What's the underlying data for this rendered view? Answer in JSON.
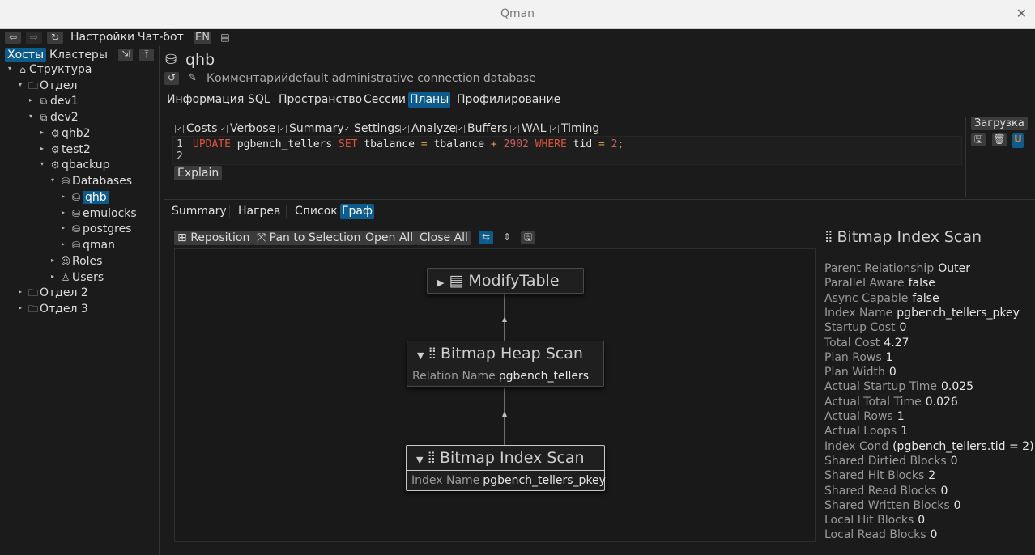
{
  "window": {
    "title": "Qman",
    "close_glyph": "✕"
  },
  "toolbar": {
    "settings": "Настройки",
    "chatbot": "Чат-бот",
    "lang": "EN"
  },
  "sidebar": {
    "tabs": [
      "Хосты",
      "Кластеры"
    ],
    "tree": [
      {
        "label": "Структура",
        "icon": "home-icon"
      },
      {
        "label": "Отдел",
        "icon": "folder-icon"
      },
      {
        "label": "dev1",
        "icon": "cluster-icon"
      },
      {
        "label": "dev2",
        "icon": "cluster-icon"
      },
      {
        "label": "qhb2",
        "icon": "gear-icon"
      },
      {
        "label": "test2",
        "icon": "gear-icon"
      },
      {
        "label": "qbackup",
        "icon": "gear-icon"
      },
      {
        "label": "Databases",
        "icon": "database-icon"
      },
      {
        "label": "qhb",
        "icon": "database-icon"
      },
      {
        "label": "emulocks",
        "icon": "database-icon"
      },
      {
        "label": "postgres",
        "icon": "database-icon"
      },
      {
        "label": "qman",
        "icon": "database-icon"
      },
      {
        "label": "Roles",
        "icon": "roles-icon"
      },
      {
        "label": "Users",
        "icon": "user-icon"
      },
      {
        "label": "Отдел 2",
        "icon": "folder-icon"
      },
      {
        "label": "Отдел 3",
        "icon": "folder-icon"
      }
    ]
  },
  "header": {
    "db_name": "qhb",
    "comment_label": "Комментарий",
    "comment_value": "default administrative connection database"
  },
  "tabs": [
    "Информация",
    "SQL",
    "Пространство",
    "Сессии",
    "Планы",
    "Профилирование"
  ],
  "options": [
    "Costs",
    "Verbose",
    "Summary",
    "Settings",
    "Analyze",
    "Buffers",
    "WAL",
    "Timing"
  ],
  "editor": {
    "line_numbers": [
      "1",
      "2"
    ],
    "tokens": [
      {
        "t": "UPDATE",
        "c": "kw"
      },
      {
        "t": " pgbench_tellers ",
        "c": ""
      },
      {
        "t": "SET",
        "c": "kw"
      },
      {
        "t": " tbalance ",
        "c": ""
      },
      {
        "t": "=",
        "c": "op"
      },
      {
        "t": " tbalance ",
        "c": ""
      },
      {
        "t": "+",
        "c": "op"
      },
      {
        "t": " ",
        "c": ""
      },
      {
        "t": "2902",
        "c": "num"
      },
      {
        "t": " ",
        "c": ""
      },
      {
        "t": "WHERE",
        "c": "kw"
      },
      {
        "t": " tid ",
        "c": ""
      },
      {
        "t": "=",
        "c": "op"
      },
      {
        "t": " ",
        "c": ""
      },
      {
        "t": "2",
        "c": "num"
      },
      {
        "t": ";",
        "c": "op"
      }
    ]
  },
  "explain_button": "Explain",
  "load_button": "Загрузка",
  "result_tabs": [
    "Summary",
    "Нагрев",
    "Список",
    "Граф"
  ],
  "graph_toolbar": {
    "reposition": "Reposition",
    "pan": "Pan to Selection",
    "open_all": "Open All",
    "close_all": "Close All"
  },
  "graph_nodes": [
    {
      "title": "ModifyTable",
      "icon": "table-icon",
      "toggle": "▶",
      "attrs": []
    },
    {
      "title": "Bitmap Heap Scan",
      "icon": "scan-icon",
      "toggle": "▼",
      "attrs": [
        {
          "k": "Relation Name",
          "v": "pgbench_tellers"
        }
      ]
    },
    {
      "title": "Bitmap Index Scan",
      "icon": "scan-icon",
      "toggle": "▼",
      "attrs": [
        {
          "k": "Index Name",
          "v": "pgbench_tellers_pkey"
        }
      ]
    }
  ],
  "details": {
    "title": "Bitmap Index Scan",
    "props": [
      {
        "k": "Parent Relationship",
        "v": "Outer"
      },
      {
        "k": "Parallel Aware",
        "v": "false"
      },
      {
        "k": "Async Capable",
        "v": "false"
      },
      {
        "k": "Index Name",
        "v": "pgbench_tellers_pkey"
      },
      {
        "k": "Startup Cost",
        "v": "0"
      },
      {
        "k": "Total Cost",
        "v": "4.27"
      },
      {
        "k": "Plan Rows",
        "v": "1"
      },
      {
        "k": "Plan Width",
        "v": "0"
      },
      {
        "k": "Actual Startup Time",
        "v": "0.025"
      },
      {
        "k": "Actual Total Time",
        "v": "0.026"
      },
      {
        "k": "Actual Rows",
        "v": "1"
      },
      {
        "k": "Actual Loops",
        "v": "1"
      },
      {
        "k": "Index Cond",
        "v": "(pgbench_tellers.tid = 2)"
      },
      {
        "k": "Shared Dirtied Blocks",
        "v": "0"
      },
      {
        "k": "Shared Hit Blocks",
        "v": "2"
      },
      {
        "k": "Shared Read Blocks",
        "v": "0"
      },
      {
        "k": "Shared Written Blocks",
        "v": "0"
      },
      {
        "k": "Local Hit Blocks",
        "v": "0"
      },
      {
        "k": "Local Read Blocks",
        "v": "0"
      }
    ]
  }
}
